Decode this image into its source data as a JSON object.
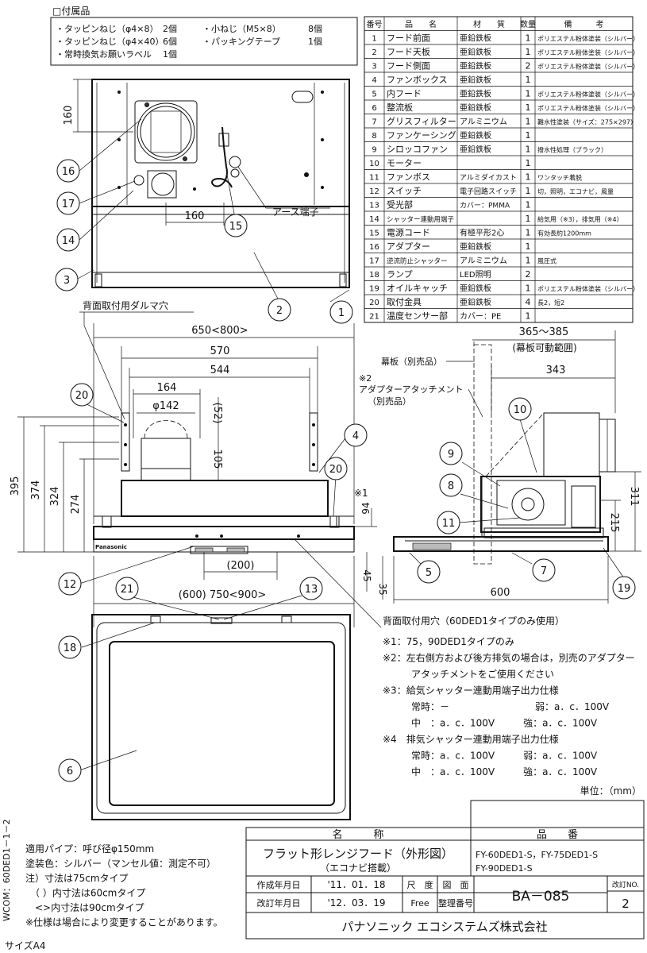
{
  "accessories": {
    "title": "□付属品",
    "rows": [
      [
        "・タッピンねじ（φ4×8）",
        "2個",
        "・小ねじ（M5×8）",
        "8個"
      ],
      [
        "・タッピンねじ（φ4×40）",
        "6個",
        "・パッキングテープ",
        "1個"
      ],
      [
        "・常時換気お願いラベル",
        "1個",
        "",
        ""
      ]
    ]
  },
  "parts_table": {
    "headers": [
      "番号",
      "品　　名",
      "材　　質",
      "数量",
      "備　　　考"
    ],
    "rows": [
      [
        "1",
        "フード前面",
        "亜鉛鉄板",
        "1",
        "ポリエステル粉体塗装（シルバー）"
      ],
      [
        "2",
        "フード天板",
        "亜鉛鉄板",
        "1",
        "ポリエステル粉体塗装（シルバー）"
      ],
      [
        "3",
        "フード側面",
        "亜鉛鉄板",
        "2",
        "ポリエステル粉体塗装（シルバー）"
      ],
      [
        "4",
        "ファンボックス",
        "亜鉛鉄板",
        "1",
        ""
      ],
      [
        "5",
        "内フード",
        "亜鉛鉄板",
        "1",
        "ポリエステル粉体塗装（シルバー）"
      ],
      [
        "6",
        "整流板",
        "亜鉛鉄板",
        "1",
        "ポリエステル粉体塗装（シルバー）"
      ],
      [
        "7",
        "グリスフィルター",
        "アルミニウム",
        "1",
        "難水性塗装（サイズ：275×297）"
      ],
      [
        "8",
        "ファンケーシング",
        "亜鉛鉄板",
        "1",
        ""
      ],
      [
        "9",
        "シロッコファン",
        "亜鉛鉄板",
        "1",
        "撥水性処理（ブラック）"
      ],
      [
        "10",
        "モーター",
        "",
        "1",
        ""
      ],
      [
        "11",
        "ファンボス",
        "アルミダイカスト",
        "1",
        "ワンタッチ着脱"
      ],
      [
        "12",
        "スイッチ",
        "電子回路スイッチ",
        "1",
        "切，照明，エコナビ，風量"
      ],
      [
        "13",
        "受光部",
        "カバー：PMMA",
        "1",
        ""
      ],
      [
        "14",
        "シャッター連動用端子",
        "",
        "1",
        "給気用（※3），排気用（※4）"
      ],
      [
        "15",
        "電源コード",
        "有極平形2心",
        "1",
        "有効長約1200mm"
      ],
      [
        "16",
        "アダプター",
        "亜鉛鉄板",
        "1",
        ""
      ],
      [
        "17",
        "逆流防止シャッター",
        "アルミニウム",
        "1",
        "風圧式"
      ],
      [
        "18",
        "ランプ",
        "LED照明",
        "2",
        ""
      ],
      [
        "19",
        "オイルキャッチ",
        "亜鉛鉄板",
        "1",
        "ポリエステル粉体塗装（シルバー）"
      ],
      [
        "20",
        "取付金具",
        "亜鉛鉄板",
        "4",
        "長2，短2"
      ],
      [
        "21",
        "温度センサー部",
        "カバー：PE",
        "1",
        ""
      ]
    ]
  },
  "top_view": {
    "dims": {
      "d160v": "160",
      "d160h": "160"
    },
    "earth_label": "アース端子",
    "balloons": [
      "16",
      "17",
      "14",
      "3",
      "15",
      "2",
      "1"
    ]
  },
  "front_view": {
    "rear_hole_label": "背面取付用ダルマ穴",
    "dims": {
      "w650": "650<800>",
      "w570": "570",
      "w544": "544",
      "w164": "164",
      "phi142": "φ142",
      "d52": "(52)",
      "d105": "105",
      "d395": "395",
      "d374": "374",
      "d324": "324",
      "d274": "274",
      "d94": "94",
      "d45": "45",
      "d35": "35",
      "d200": "(200)",
      "w750": "(600) 750<900>"
    },
    "note_mark": "※1",
    "brand": "Panasonic",
    "balloons": [
      "20",
      "4",
      "20",
      "12",
      "21",
      "13"
    ]
  },
  "side_view": {
    "dims": {
      "d365": "365～385",
      "range": "(幕板可動範囲)",
      "d343": "343",
      "d311": "311",
      "d215": "215",
      "d600": "600"
    },
    "makuita": "幕板（別売品）",
    "adapter_note": [
      "※2",
      "アダプターアタッチメント",
      "（別売品）"
    ],
    "balloons": [
      "10",
      "9",
      "8",
      "11",
      "5",
      "7",
      "19"
    ]
  },
  "bottom_view": {
    "rear_hole2": "背面取付用穴（60DED1タイプのみ使用）",
    "balloons": [
      "18",
      "6"
    ]
  },
  "notes": [
    "※1：75，90DED1タイプのみ",
    "※2：左右側方および後方排気の場合は，別売のアダプター",
    "　　　アタッチメントをご使用ください",
    "※3：給気シャッター連動用端子出力仕様",
    "　　　常時：－　　　　　　　　　弱：a．c．100V",
    "　　　中　：a．c．100V　　　強：a．c．100V",
    "※4　排気シャッター連動用端子出力仕様",
    "　　　常時：a．c．100V　　　弱：a．c．100V",
    "　　　中　：a．c．100V　　　強：a．c．100V"
  ],
  "unit": "単位：（mm）",
  "left_notes": [
    "適用パイプ：呼び径φ150mm",
    "塗装色：シルバー（マンセル値：測定不可）",
    "注）寸法は75cmタイプ",
    "　（ ）内寸法は60cmタイプ",
    "　<>内寸法は90cmタイプ",
    "※仕様は場合により変更することがあります。"
  ],
  "title_block": {
    "name_h": "名　　　称",
    "name": "フラット形レンジフード（外形図）",
    "name_sub": "（エコナビ搭載）",
    "hinban_h": "品　　番",
    "hinban1": "FY-60DED1-S，FY-75DED1-S",
    "hinban2": "FY-90DED1-S",
    "made_h": "作成年月日",
    "made": "'11．01．18",
    "rev_h": "改訂年月日",
    "rev": "'12．03．19",
    "scale_h": "尺　度",
    "scale": "Free",
    "zumen_h": "図　面",
    "seiri_h": "整理番号",
    "drawing_no": "BA－085",
    "revno_h": "改訂NO.",
    "revno": "2",
    "company": "パナソニック エコシステムズ株式会社"
  },
  "side_code": "WCOM：60DED1－1－2",
  "size": "サイズA4"
}
